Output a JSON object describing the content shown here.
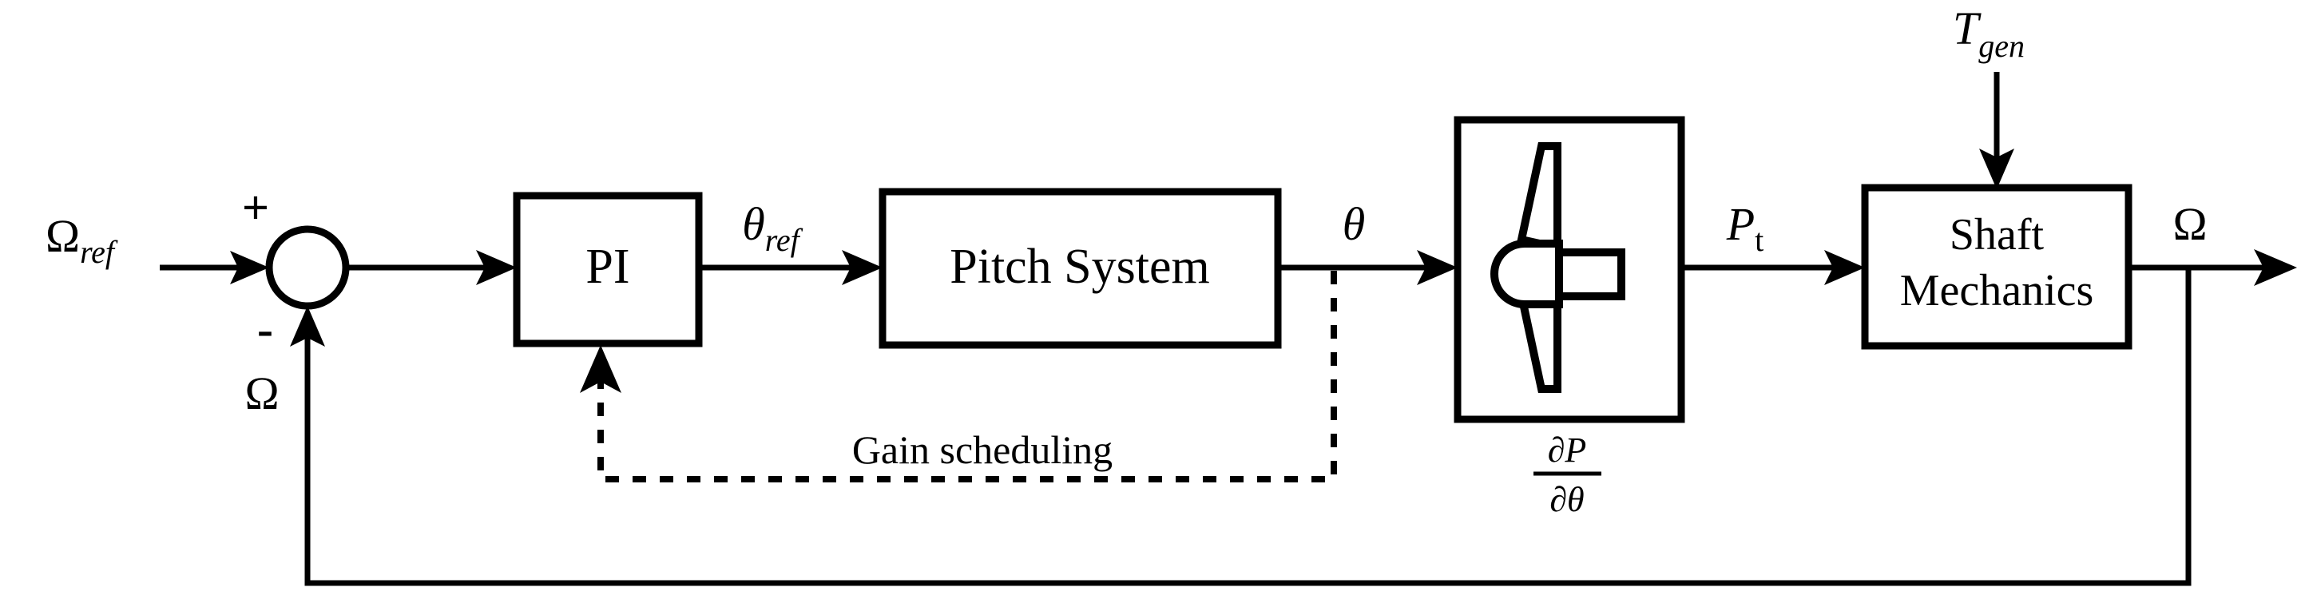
{
  "diagram": {
    "title": "Wind turbine pitch control loop with gain scheduling",
    "colors": {
      "line": "#000000",
      "background": "#ffffff",
      "block_fill": "#ffffff"
    },
    "blocks": [
      {
        "id": "pi",
        "label": "PI",
        "label_line2": ""
      },
      {
        "id": "pitch-system",
        "label": "Pitch System",
        "label_line2": ""
      },
      {
        "id": "rotor",
        "label": "",
        "label_line2": ""
      },
      {
        "id": "shaft-mechanics",
        "label": "Shaft",
        "label_line2": "Mechanics"
      }
    ],
    "signals": {
      "omega_ref": {
        "base": "Ω",
        "sub": "ref"
      },
      "omega_feedback": {
        "base": "Ω",
        "sub": ""
      },
      "theta_ref": {
        "base": "θ",
        "sub": "ref"
      },
      "theta": {
        "base": "θ",
        "sub": ""
      },
      "p_t": {
        "base": "P",
        "sub": "t"
      },
      "t_gen": {
        "base": "T",
        "sub": "gen"
      },
      "omega_out": {
        "base": "Ω",
        "sub": ""
      }
    },
    "signs": {
      "plus": "+",
      "minus": "-"
    },
    "annotations": {
      "gain_scheduling": "Gain scheduling",
      "rotor_sensitivity_numerator": "∂P",
      "rotor_sensitivity_denominator": "∂θ"
    },
    "icons": {
      "rotor": "wind-turbine-rotor-icon"
    }
  }
}
